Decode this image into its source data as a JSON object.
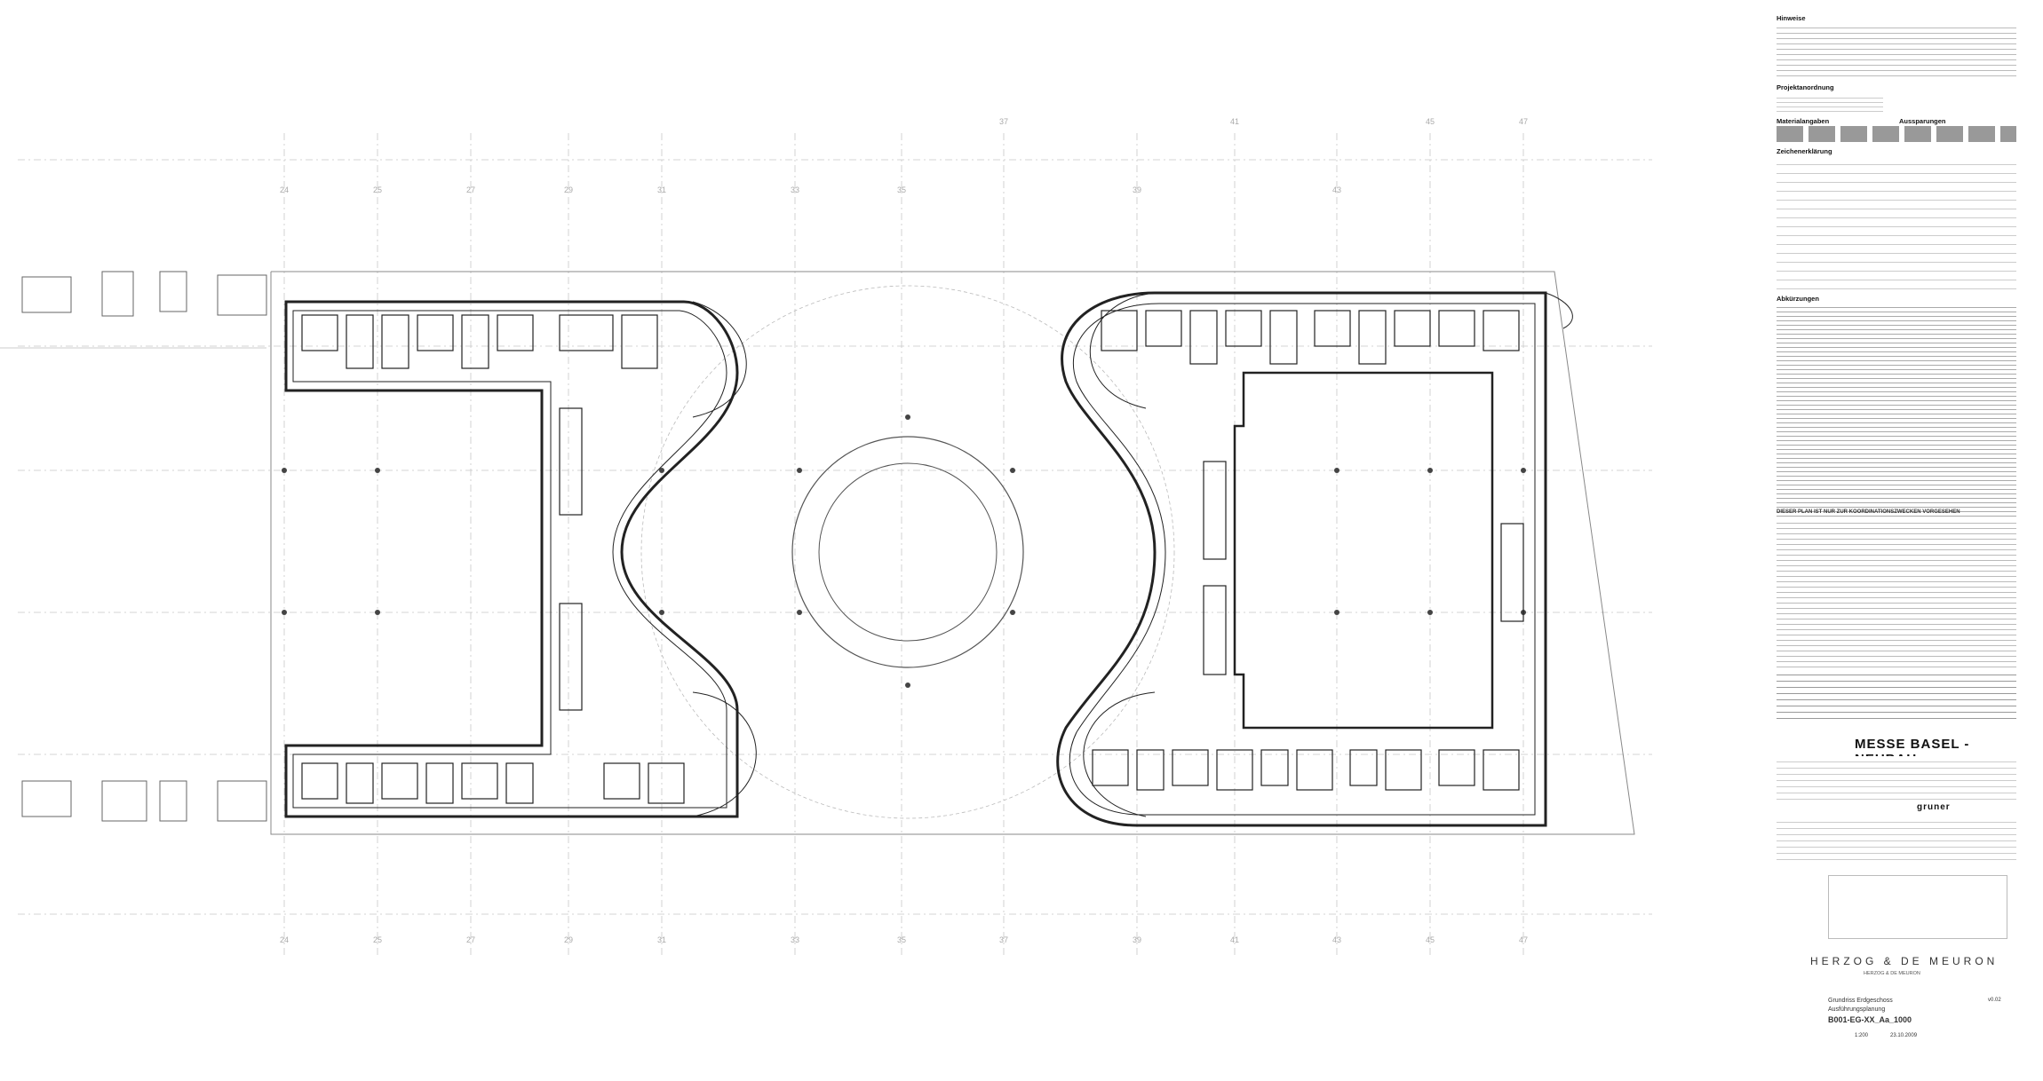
{
  "drawing": {
    "axis_top": [
      "24",
      "25",
      "27",
      "29",
      "31",
      "33",
      "35",
      "37",
      "39",
      "41",
      "43",
      "45",
      "47"
    ],
    "axis_bottom": [
      "24",
      "25",
      "27",
      "29",
      "31",
      "33",
      "35",
      "37",
      "39",
      "41",
      "43",
      "45",
      "47"
    ]
  },
  "panel": {
    "hinweise": "Hinweise",
    "projekt": "Projektanordnung",
    "material": "Materialangaben",
    "aussparung": "Aussparungen",
    "zeichen": "Zeichenerklärung",
    "abk": "Abkürzungen",
    "notes_head": "DIESER PLAN IST NUR ZUR KOORDINATIONSZWECKEN VORGESEHEN",
    "project_title": "MESSE BASEL - NEUBAU",
    "consultant": "gruner",
    "firm_logo": "HERZOG & DE MEURON",
    "firm_small": "HERZOG & DE MEURON",
    "plan_title": "Grundriss Erdgeschoss",
    "plan_phase": "Ausführungsplanung",
    "plan_number": "B001-EG-XX_Aa_1000",
    "revision": "v0.02",
    "scale": "1:200",
    "date": "23.10.2009"
  }
}
